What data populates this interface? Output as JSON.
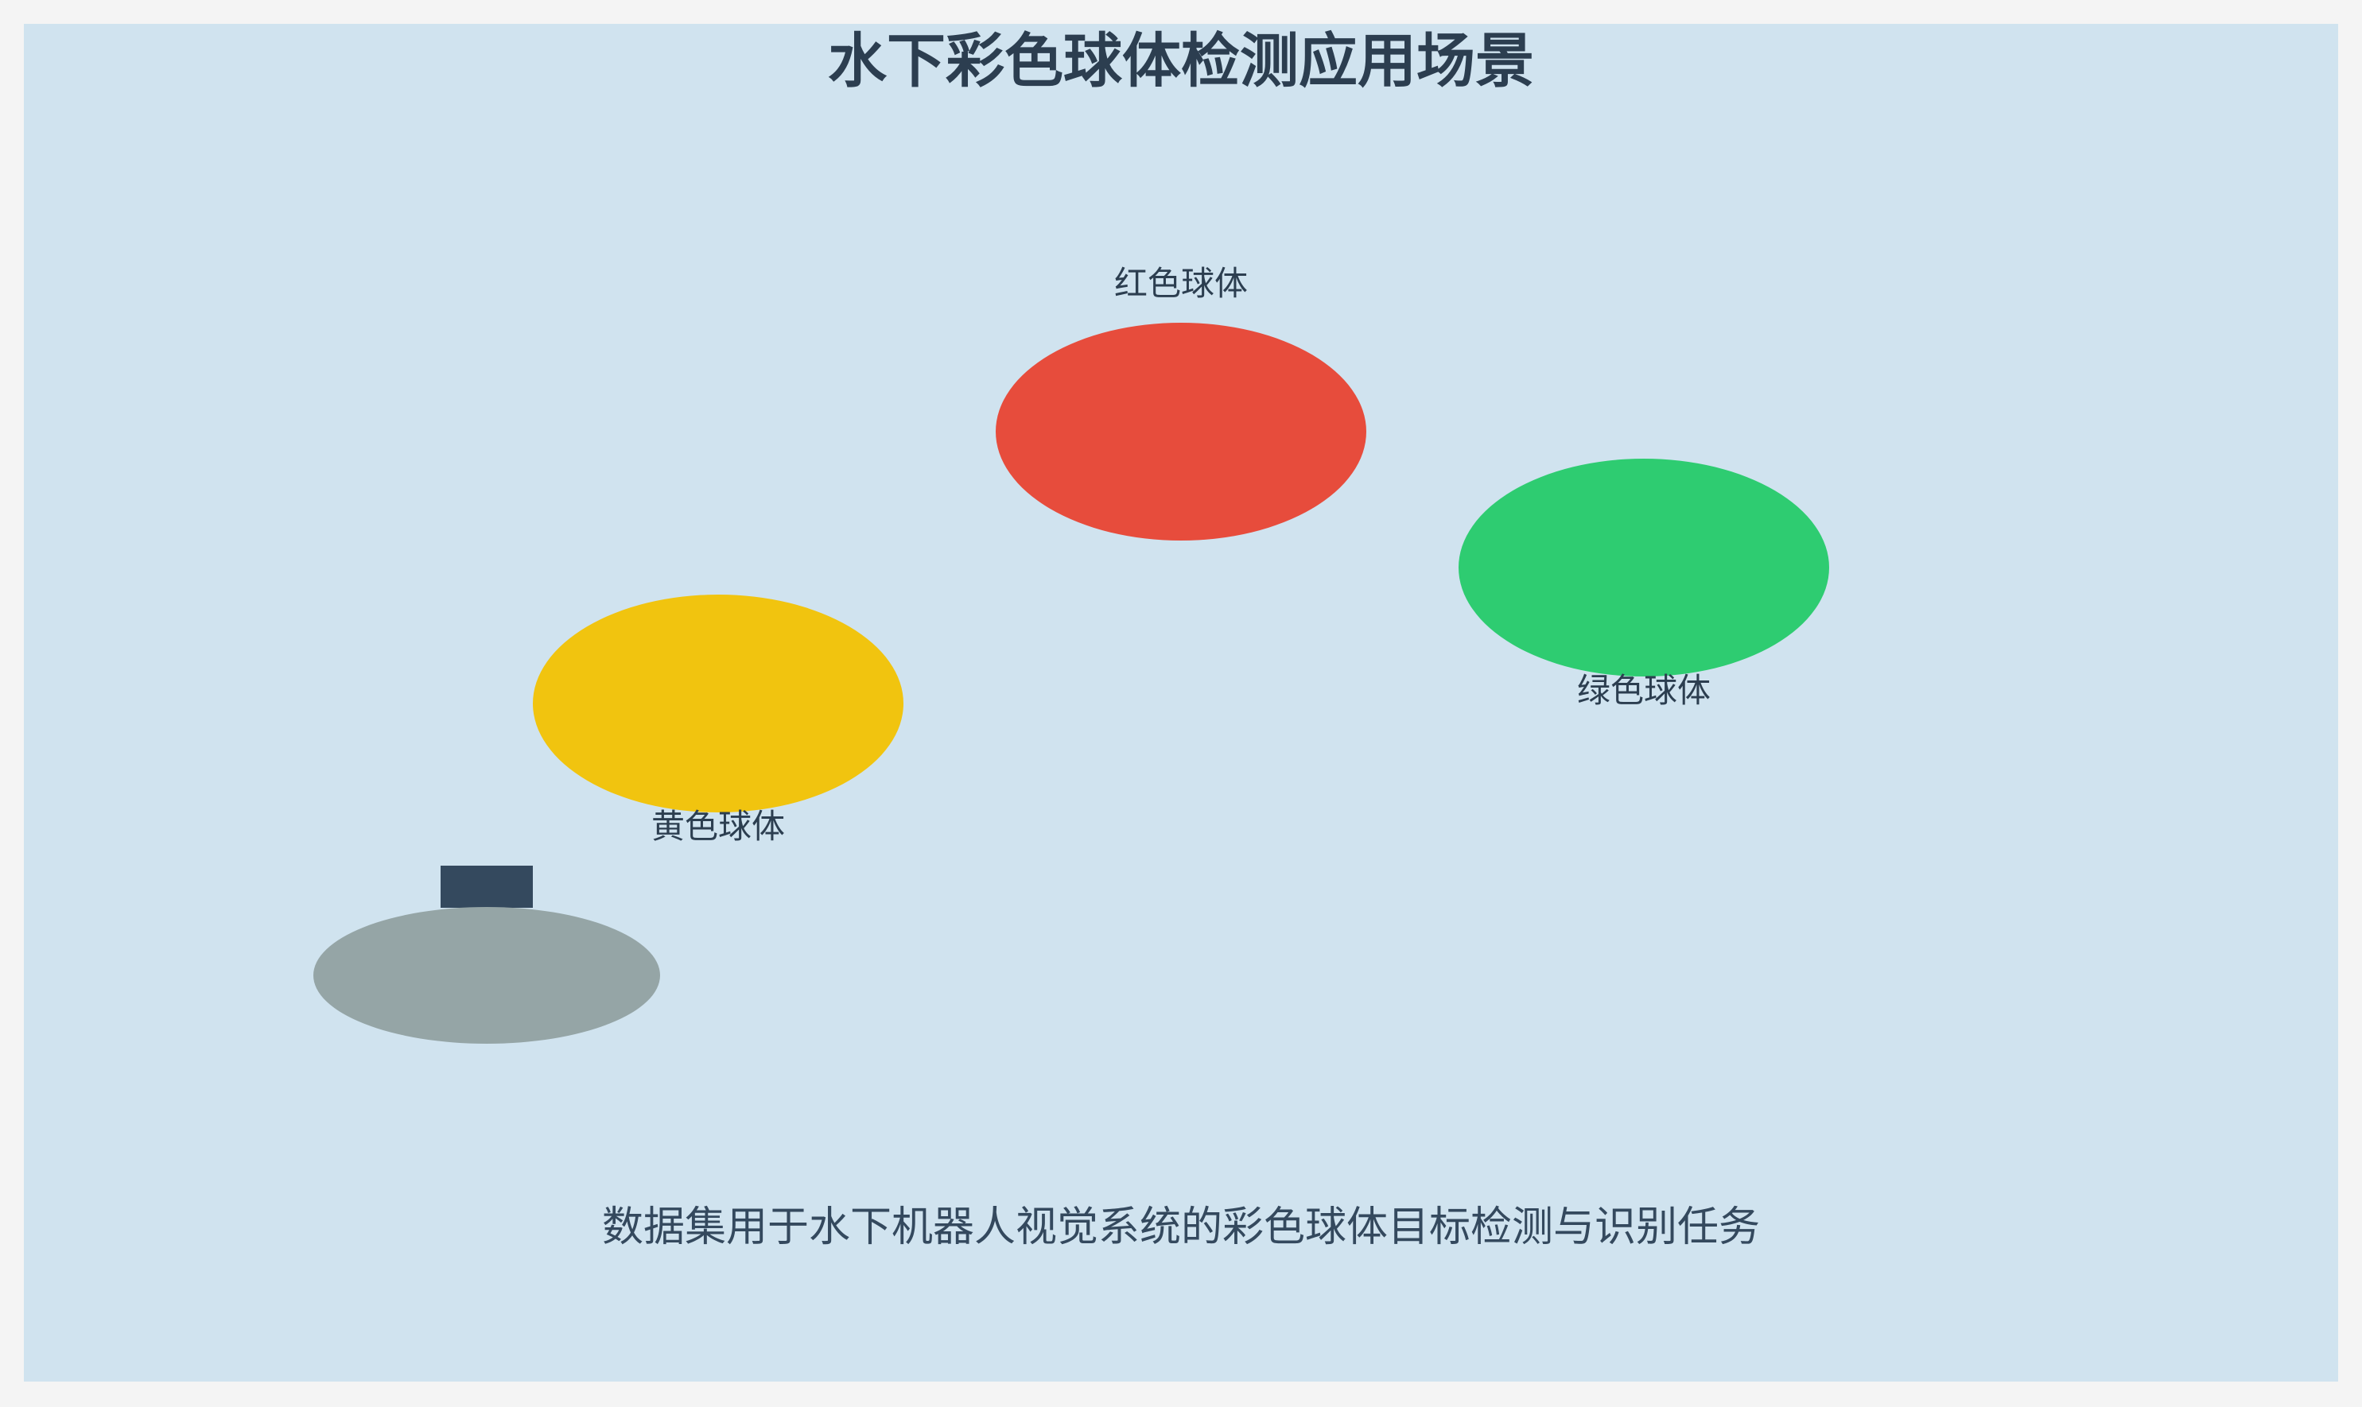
{
  "title": "水下彩色球体检测应用场景",
  "balls": {
    "red": {
      "label": "红色球体",
      "color": "#e74c3c"
    },
    "green": {
      "label": "绿色球体",
      "color": "#2ecc71"
    },
    "yellow": {
      "label": "黄色球体",
      "color": "#f1c40f"
    }
  },
  "camera": {
    "icon": "underwater-camera-icon",
    "body_color": "#95a5a6",
    "lens_color": "#34495e"
  },
  "caption": "数据集用于水下机器人视觉系统的彩色球体目标检测与识别任务",
  "colors": {
    "background": "#d0e3ef",
    "text": "#2c3e50"
  }
}
